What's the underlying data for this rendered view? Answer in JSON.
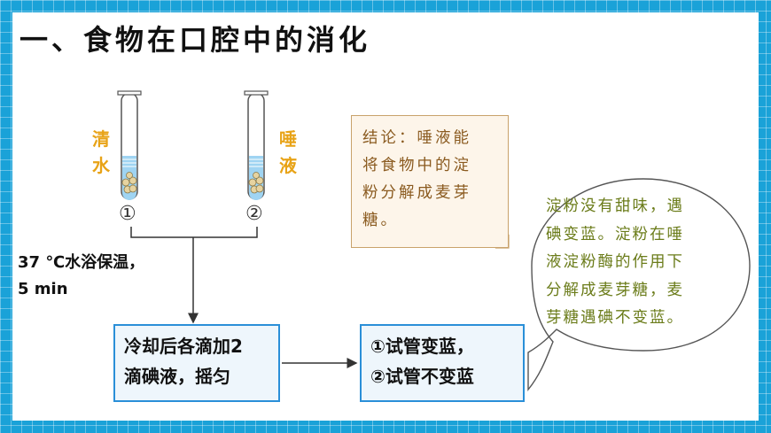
{
  "slide": {
    "title": "一、食物在口腔中的消化",
    "tube1_label": [
      "清",
      "水"
    ],
    "tube2_label": [
      "唾",
      "液"
    ],
    "tube1_number": "①",
    "tube2_number": "②",
    "condition_line1": "37 ℃水浴保温，",
    "condition_line2": "5 min",
    "step_box_line1": "冷却后各滴加2",
    "step_box_line2": "滴碘液，摇匀",
    "result_box_line1": "①试管变蓝，",
    "result_box_line2": "②试管不变蓝",
    "note_lines": [
      "结论：唾液能",
      "将食物中的淀",
      "粉分解成麦芽",
      "糖。"
    ],
    "bubble_lines": [
      "淀粉没有甜味，遇",
      "碘变蓝。淀粉在唾",
      "液淀粉酶的作用下",
      "分解成麦芽糖，麦",
      "芽糖遇碘不变蓝。"
    ]
  },
  "colors": {
    "frame": "#1aa2d8",
    "tube_label": "#e8a317",
    "box_border": "#2a8fd8",
    "note_text": "#8a5a1f",
    "bubble_text": "#6b7c1a",
    "water": "#9fd4f2"
  },
  "icons": [
    "test-tube-icon",
    "arrow-icon",
    "speech-bubble-icon",
    "sticky-note-icon"
  ]
}
